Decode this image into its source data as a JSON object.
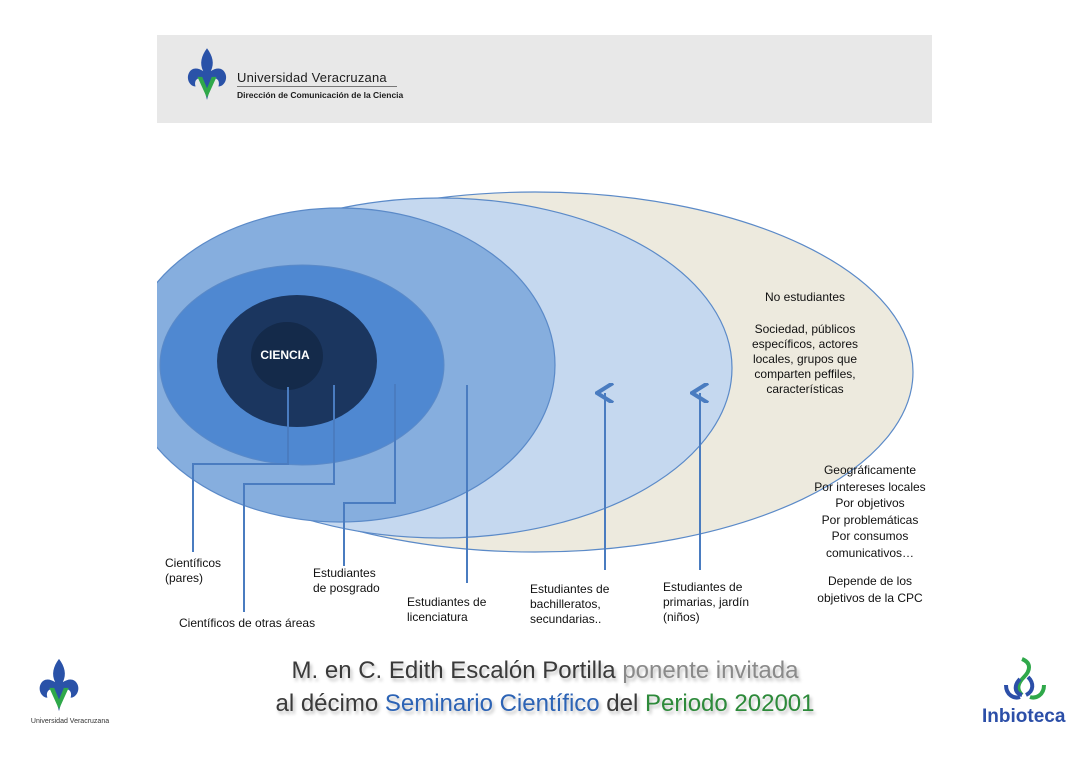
{
  "header": {
    "institution": "Universidad Veracruzana",
    "department": "Dirección de Comunicación de la Ciencia"
  },
  "diagram": {
    "core_label": "CIENCIA",
    "rings": [
      {
        "name": "ciencia-core",
        "color": "#142a4a"
      },
      {
        "name": "cientificos-pares",
        "color": "#1b365f"
      },
      {
        "name": "cientificos-otras-areas",
        "color": "#4f88d1"
      },
      {
        "name": "posgrado",
        "color": "#86aede"
      },
      {
        "name": "licenciatura",
        "color": "#c5d8ef"
      },
      {
        "name": "no-estudiantes",
        "color": "#edeade"
      }
    ],
    "labels": {
      "cientificos_pares": [
        "Científicos",
        "(pares)"
      ],
      "cientificos_otras": "Científicos de otras áreas",
      "posgrado": [
        "Estudiantes",
        "de posgrado"
      ],
      "licenciatura": [
        "Estudiantes de",
        "licenciatura"
      ],
      "bachillerato": [
        "Estudiantes de",
        "bachilleratos,",
        "secundarias.."
      ],
      "primarias": [
        "Estudiantes de",
        "primarias, jardín",
        "(niños)"
      ],
      "no_estudiantes_title": "No estudiantes",
      "no_estudiantes_desc": [
        "Sociedad, públicos",
        "específicos, actores",
        "locales, grupos que",
        "comparten peffiles,",
        "características"
      ],
      "segmentacion": [
        "Geográficamente",
        "Por intereses locales",
        "Por objetivos",
        "Por problemáticas",
        "Por consumos",
        "comunicativos…"
      ],
      "depende": [
        "Depende de los",
        "objetivos de la CPC"
      ]
    },
    "line_color": "#4a7cc0"
  },
  "footer": {
    "line1_name": "M. en C. Edith Escalón Portilla",
    "line1_rest": " ponente invitada",
    "line2_a": "al décimo ",
    "line2_b": "Seminario Científico",
    "line2_c": " del ",
    "line2_d": "Periodo 202001",
    "uv_name": "Universidad Veracruzana",
    "inbioteca": "Inbioteca"
  }
}
